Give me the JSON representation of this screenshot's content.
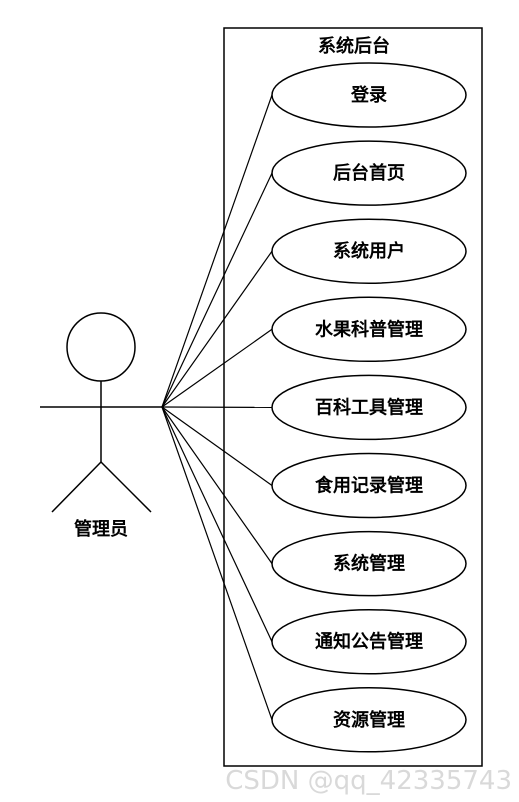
{
  "system_title": "系统后台",
  "actor_name": "管理员",
  "use_cases": [
    "登录",
    "后台首页",
    "系统用户",
    "水果科普管理",
    "百科工具管理",
    "食用记录管理",
    "系统管理",
    "通知公告管理",
    "资源管理"
  ],
  "watermark": "CSDN @qq_42335743",
  "colors": {
    "line": "#000000",
    "background": "#ffffff",
    "watermark": "#d9d9d9"
  }
}
